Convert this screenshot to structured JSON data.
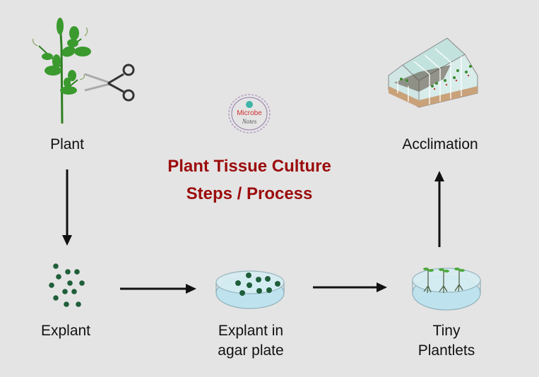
{
  "title": {
    "line1": "Plant Tissue Culture",
    "line2": "Steps / Process",
    "color": "#9b0b0b"
  },
  "logo": {
    "line1": "Microbe",
    "line2": "Notes"
  },
  "steps": [
    {
      "id": "plant",
      "label": "Plant",
      "icon": "plant-with-scissors-icon"
    },
    {
      "id": "explant",
      "label": "Explant",
      "icon": "explant-dots-icon"
    },
    {
      "id": "agar",
      "label_line1": "Explant in",
      "label_line2": "agar plate",
      "icon": "petri-dish-explant-icon"
    },
    {
      "id": "plantlets",
      "label_line1": "Tiny",
      "label_line2": "Plantlets",
      "icon": "petri-dish-plantlets-icon"
    },
    {
      "id": "acclimation",
      "label": "Acclimation",
      "icon": "greenhouse-icon"
    }
  ],
  "flow": [
    {
      "from": "Plant",
      "to": "Explant",
      "direction": "down"
    },
    {
      "from": "Explant",
      "to": "Explant in agar plate",
      "direction": "right"
    },
    {
      "from": "Explant in agar plate",
      "to": "Tiny Plantlets",
      "direction": "right"
    },
    {
      "from": "Tiny Plantlets",
      "to": "Acclimation",
      "direction": "up"
    }
  ],
  "colors": {
    "background": "#e4e4e4",
    "leaf": "#3a9a2e",
    "explant_dot": "#1f5e3a",
    "agar": "#bfe3ee",
    "arrow": "#111111"
  }
}
